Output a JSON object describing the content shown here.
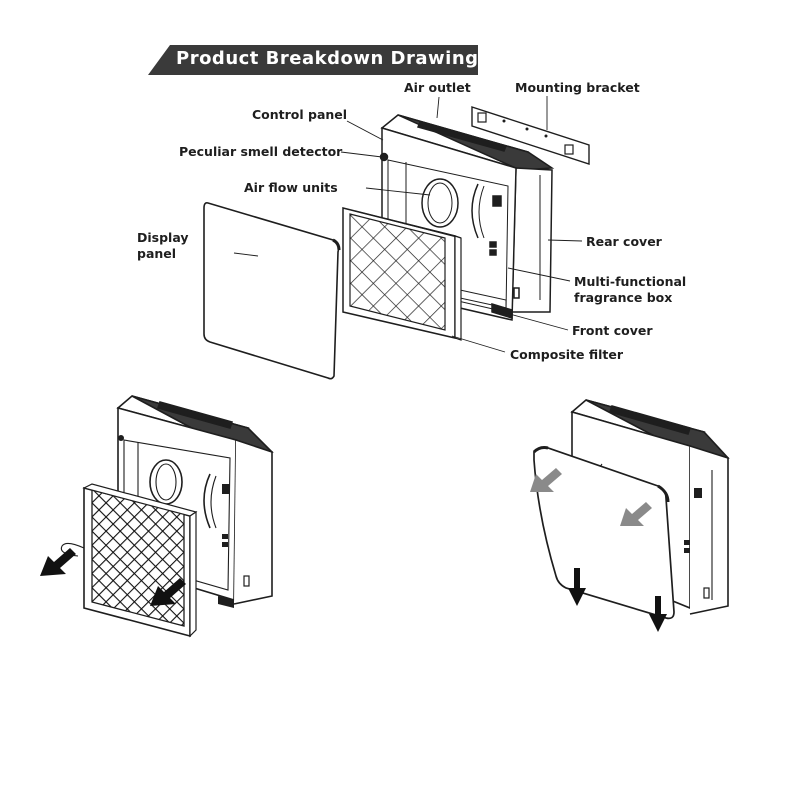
{
  "title": "Product Breakdown Drawing",
  "labels": {
    "air_outlet": "Air outlet",
    "mounting_bracket": "Mounting bracket",
    "control_panel": "Control panel",
    "smell_detector": "Peculiar smell detector",
    "air_flow_units": "Air flow units",
    "display_panel_1": "Display",
    "display_panel_2": "panel",
    "rear_cover": "Rear cover",
    "fragrance_box_1": "Multi-functional",
    "fragrance_box_2": "fragrance box",
    "front_cover": "Front cover",
    "composite_filter": "Composite filter"
  },
  "colors": {
    "banner_bg": "#3a3a3a",
    "line": "#1e1e1e",
    "arrow_dark": "#111111",
    "arrow_grey": "#8a8a8a"
  },
  "icons": {
    "step1_arrows": "push-arrow",
    "step2_arrows": "down-arrow"
  }
}
